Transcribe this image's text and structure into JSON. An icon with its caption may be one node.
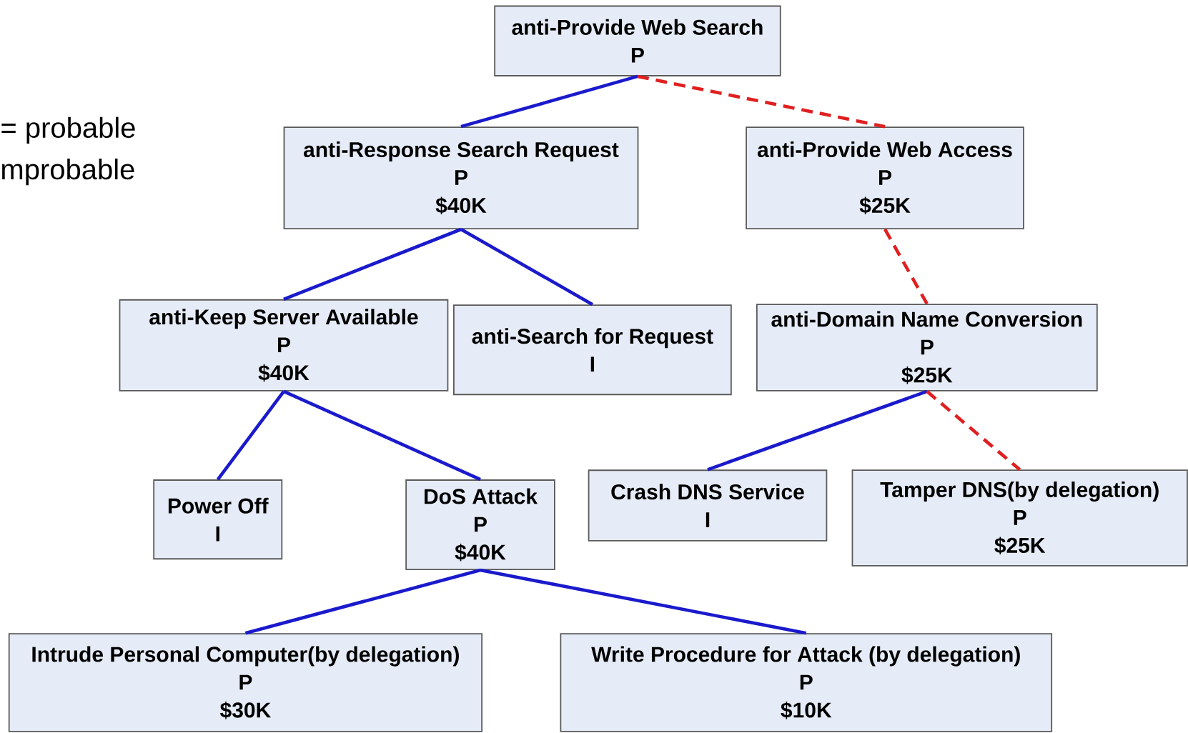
{
  "diagram": {
    "nodes": [
      {
        "text": [
          "anti-Provide Web Search",
          "P"
        ]
      },
      {
        "text": [
          "anti-Response Search Request",
          "P",
          "$40K"
        ]
      },
      {
        "text": [
          "anti-Provide Web Access",
          "P",
          "$25K"
        ]
      },
      {
        "text": [
          "anti-Keep Server Available",
          "P",
          "$40K"
        ]
      },
      {
        "text": [
          "anti-Search for Request",
          "I"
        ]
      },
      {
        "text": [
          "anti-Domain Name Conversion",
          "P",
          "$25K"
        ]
      },
      {
        "text": [
          "Power Off",
          "I"
        ]
      },
      {
        "text": [
          "DoS Attack",
          "P",
          "$40K"
        ]
      },
      {
        "text": [
          "Crash DNS Service",
          "I"
        ]
      },
      {
        "text": [
          "Tamper DNS(by delegation)",
          "P",
          "$25K"
        ]
      },
      {
        "text": [
          "Intrude Personal Computer(by delegation)",
          "P",
          "$30K"
        ]
      },
      {
        "text": [
          "Write Procedure for Attack (by delegation)",
          "P",
          "$10K"
        ]
      }
    ],
    "edges": [
      {
        "from": 0,
        "to": 1,
        "arrow": "none"
      },
      {
        "from": 0,
        "to": 2,
        "arrow": "none",
        "style": "dashed",
        "color": "#e02020"
      },
      {
        "from": 1,
        "to": 3,
        "arrow": "none"
      },
      {
        "from": 1,
        "to": 4,
        "arrow": "none"
      },
      {
        "from": 2,
        "to": 5,
        "arrow": "none",
        "style": "dashed",
        "color": "#e02020"
      },
      {
        "from": 3,
        "to": 6,
        "arrow": "none"
      },
      {
        "from": 3,
        "to": 7,
        "arrow": "none"
      },
      {
        "from": 5,
        "to": 8,
        "arrow": "none"
      },
      {
        "from": 5,
        "to": 9,
        "arrow": "none",
        "style": "dashed",
        "color": "#e02020"
      },
      {
        "from": 7,
        "to": 10,
        "arrow": "none"
      },
      {
        "from": 7,
        "to": 11,
        "arrow": "none"
      }
    ],
    "labels": [
      "= probable",
      "mprobable"
    ]
  }
}
